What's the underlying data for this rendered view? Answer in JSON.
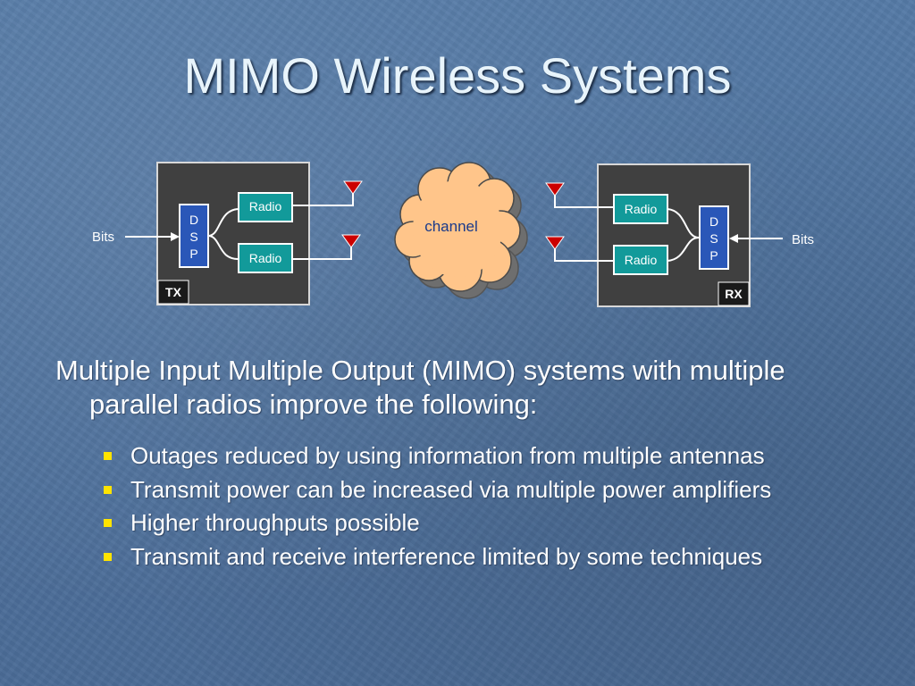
{
  "slide": {
    "title": "MIMO Wireless Systems",
    "intro_line1": "Multiple Input Multiple Output (MIMO) systems with multiple",
    "intro_line2": "parallel radios improve the following:",
    "bullets": [
      "Outages reduced by using information from multiple antennas",
      "Transmit power can be increased via multiple power amplifiers",
      "Higher throughputs possible",
      "Transmit and receive interference limited by some techniques"
    ]
  },
  "diagram": {
    "tx": {
      "label": "TX",
      "bits": "Bits",
      "dsp": [
        "D",
        "S",
        "P"
      ],
      "radio_top": "Radio",
      "radio_bottom": "Radio"
    },
    "channel": "channel",
    "rx": {
      "label": "RX",
      "bits": "Bits",
      "dsp": [
        "D",
        "S",
        "P"
      ],
      "radio_top": "Radio",
      "radio_bottom": "Radio"
    }
  },
  "colors": {
    "background": "#4f6f99",
    "title": "#e8f4fb",
    "box_fill": "#404040",
    "radio_fill": "#129a9a",
    "dsp_fill": "#2a57b8",
    "antenna": "#cc0000",
    "cloud": "#ffc58a",
    "bullet": "#ffe400"
  }
}
